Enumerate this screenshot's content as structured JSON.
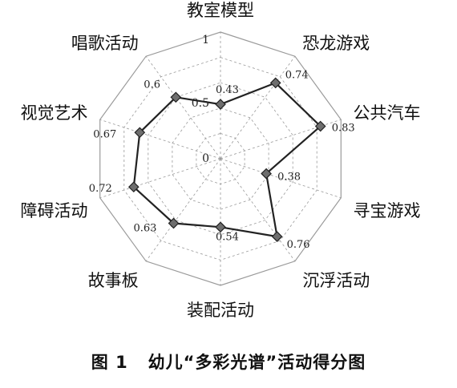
{
  "caption": "图 1   幼儿“多彩光谱”活动得分图",
  "chart_data": {
    "type": "radar",
    "categories": [
      "教室模型",
      "恐龙游戏",
      "公共汽车",
      "寻宝游戏",
      "沉浮活动",
      "装配活动",
      "故事板",
      "障碍活动",
      "视觉艺术",
      "唱歌活动"
    ],
    "values": [
      0.43,
      0.74,
      0.83,
      0.38,
      0.76,
      0.54,
      0.63,
      0.72,
      0.67,
      0.6
    ],
    "value_labels": [
      "0.43",
      "0.74",
      "0.83",
      "0.38",
      "0.76",
      "0.54",
      "0.63",
      "0.72",
      "0.67",
      "0.6"
    ],
    "range": [
      0,
      1
    ],
    "radial_ticks": [
      {
        "value": 0,
        "label": "0"
      },
      {
        "value": 0.5,
        "label": "0.5"
      },
      {
        "value": 1,
        "label": "1"
      }
    ],
    "grid_levels": [
      0.2,
      0.4,
      0.6,
      0.8,
      1.0
    ],
    "series_color": "#222222",
    "grid_color": "#9a9a9a"
  }
}
